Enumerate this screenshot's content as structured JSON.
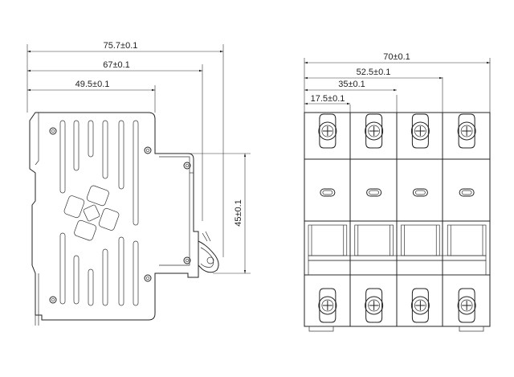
{
  "side_view": {
    "dimensions": {
      "overall_depth": "75.7±0.1",
      "front_depth": "67±0.1",
      "body_depth": "49.5±0.1",
      "front_height": "45±0.1"
    }
  },
  "front_view": {
    "poles": 4,
    "dimensions": {
      "four_pole_width": "70±0.1",
      "three_pole_width": "52.5±0.1",
      "two_pole_width": "35±0.1",
      "pole_width": "17.5±0.1"
    }
  }
}
